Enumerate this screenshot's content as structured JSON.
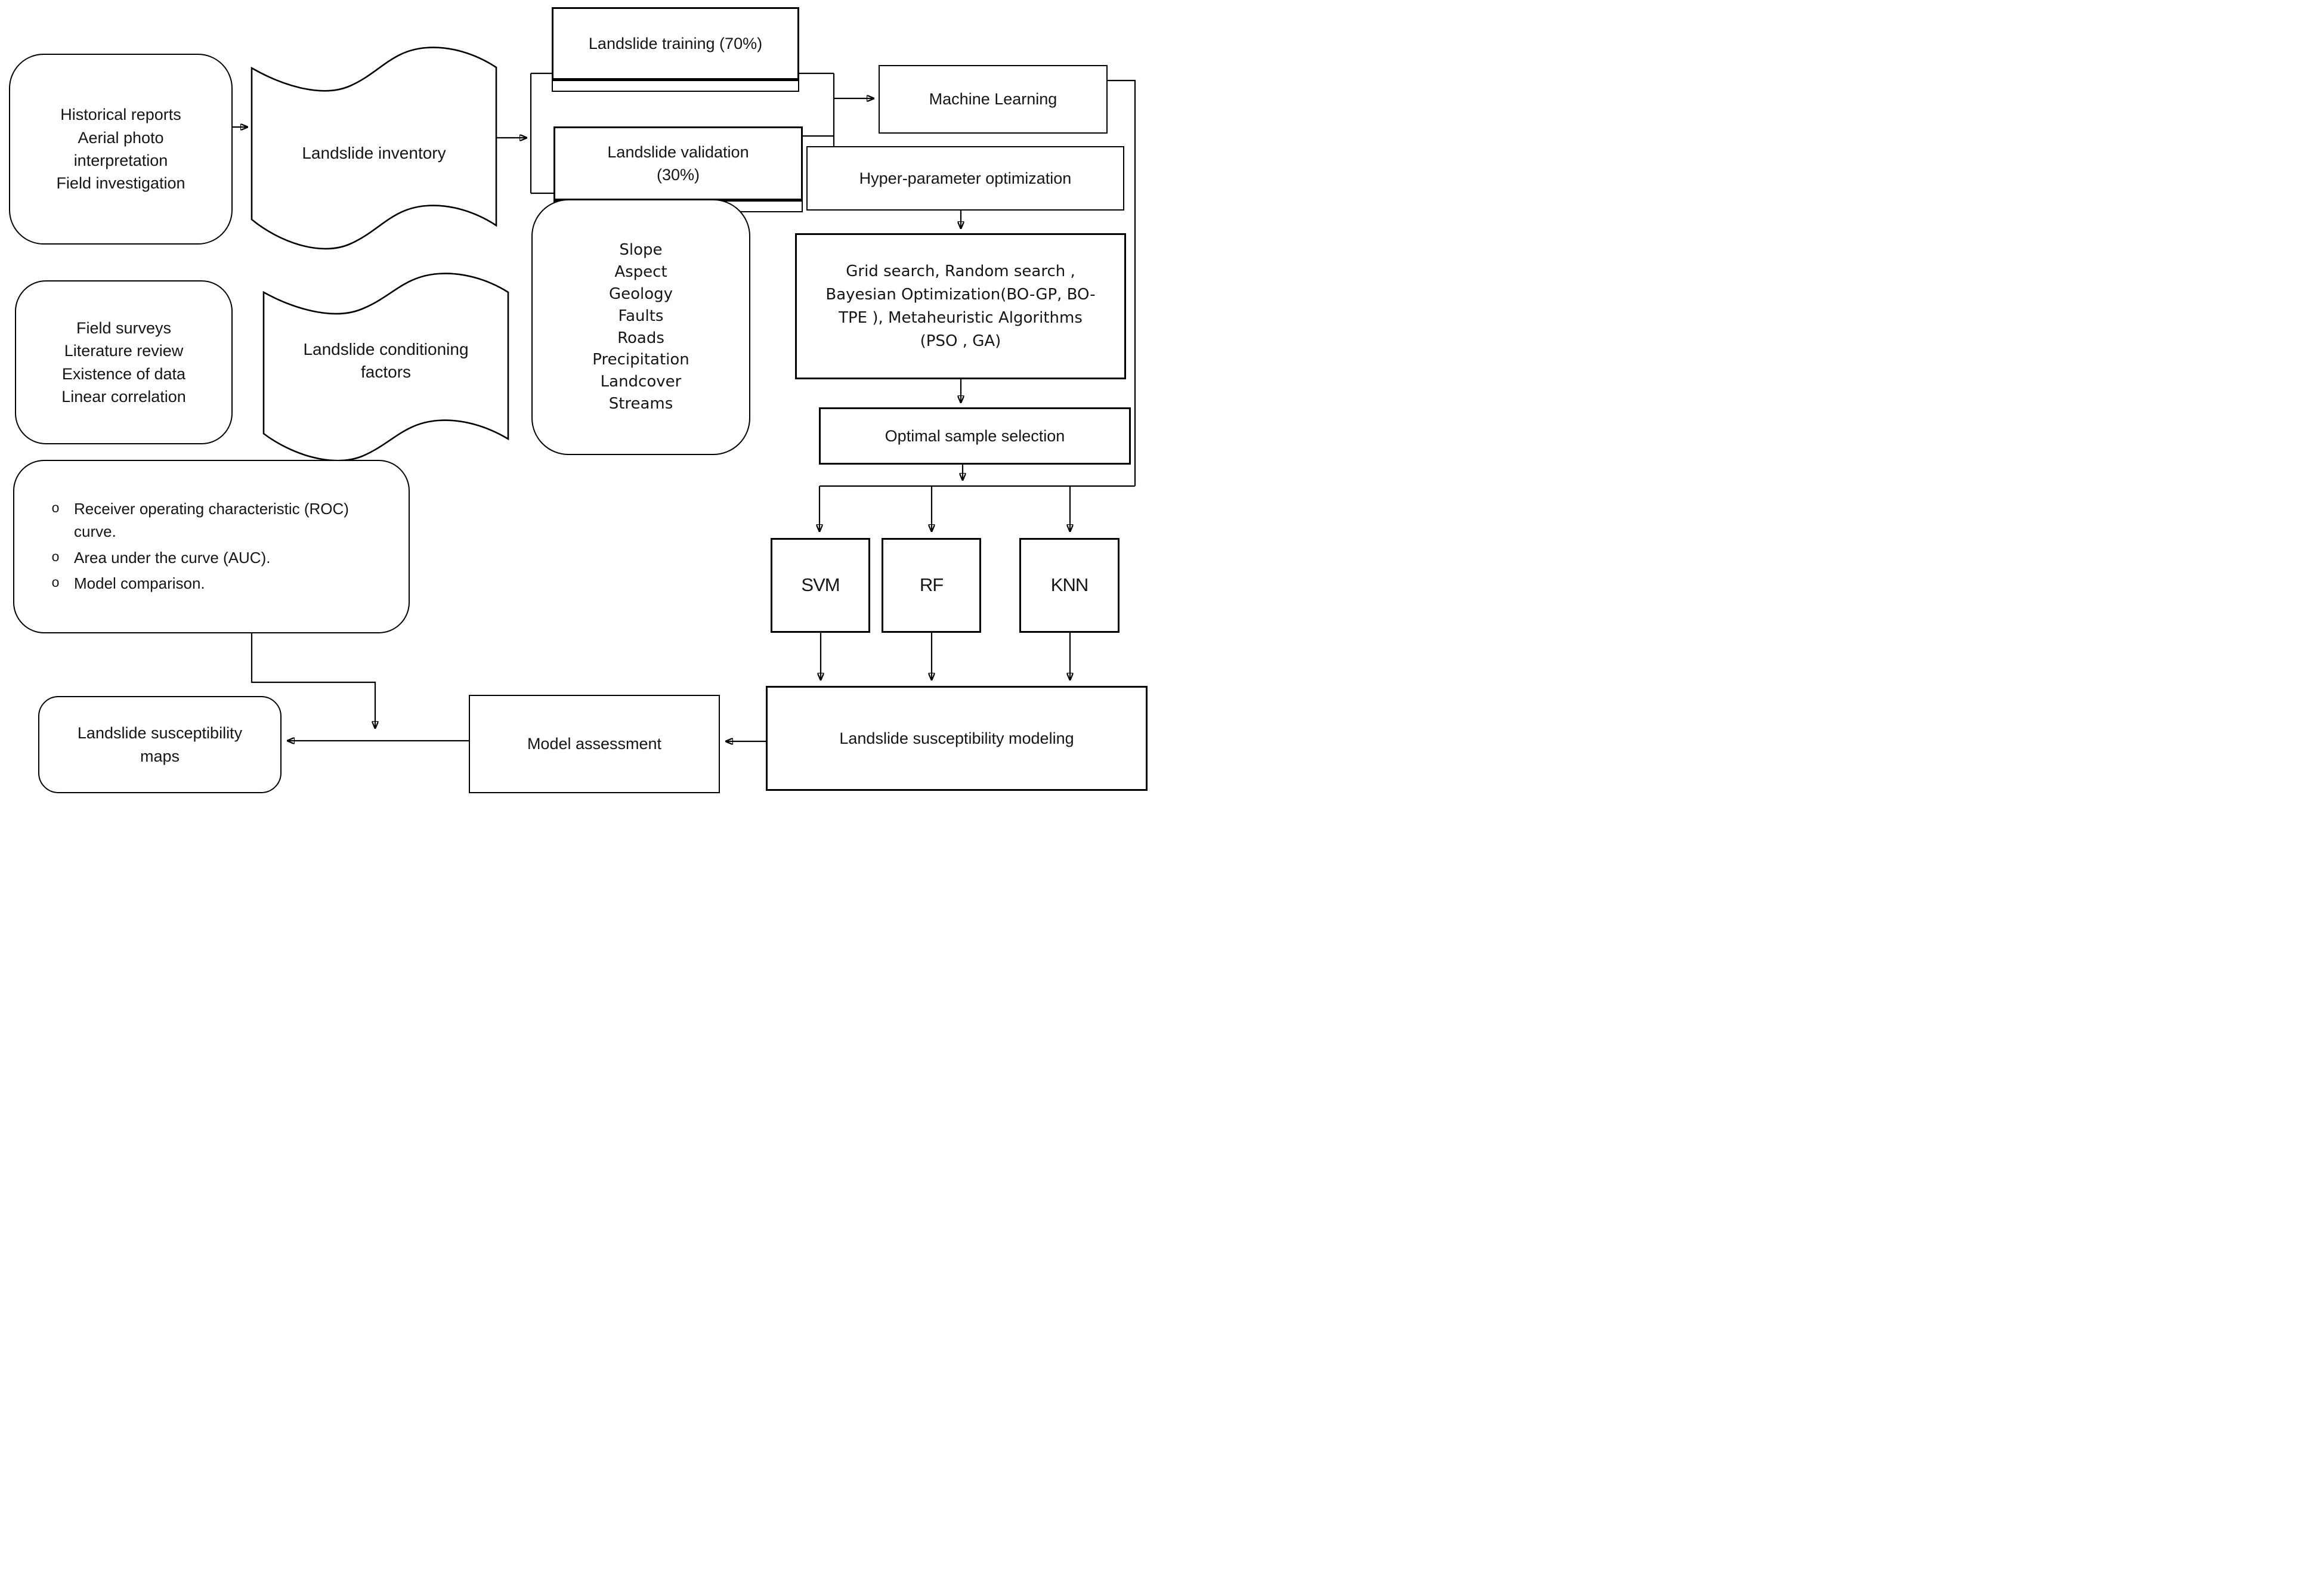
{
  "diagram": {
    "background_color": "#ffffff",
    "line_color": "#000000"
  },
  "nodes": {
    "historical": {
      "lines": [
        "Historical reports",
        "Aerial photo",
        "interpretation",
        "Field investigation"
      ]
    },
    "inventory": {
      "label": "Landslide inventory"
    },
    "training": {
      "label": "Landslide training (70%)"
    },
    "validation": {
      "lines": [
        "Landslide validation",
        "(30%)"
      ]
    },
    "machine_learning": {
      "label": "Machine Learning"
    },
    "hyperparameter": {
      "label": "Hyper-parameter optimization"
    },
    "grid_search": {
      "lines": [
        "Grid search, Random search ,",
        "Bayesian Optimization(BO-GP, BO-",
        "TPE ), Metaheuristic Algorithms",
        "(PSO , GA)"
      ]
    },
    "optimal": {
      "label": "Optimal sample selection"
    },
    "svm": {
      "label": "SVM"
    },
    "rf": {
      "label": "RF"
    },
    "knn": {
      "label": "KNN"
    },
    "field_surveys": {
      "lines": [
        "Field surveys",
        "Literature review",
        "Existence of data",
        "Linear correlation"
      ]
    },
    "conditioning": {
      "lines": [
        "Landslide conditioning",
        "factors"
      ]
    },
    "factors": {
      "lines": [
        "Slope",
        "Aspect",
        "Geology",
        "Faults",
        "Roads",
        "Precipitation",
        "Landcover",
        "Streams"
      ]
    },
    "evaluation": {
      "bullet": "o",
      "items": [
        "Receiver operating characteristic (ROC) curve.",
        "Area under the curve (AUC).",
        "Model comparison."
      ]
    },
    "modeling": {
      "label": "Landslide susceptibility modeling"
    },
    "assessment": {
      "label": "Model assessment"
    },
    "maps": {
      "lines": [
        "Landslide susceptibility",
        "maps"
      ]
    }
  }
}
